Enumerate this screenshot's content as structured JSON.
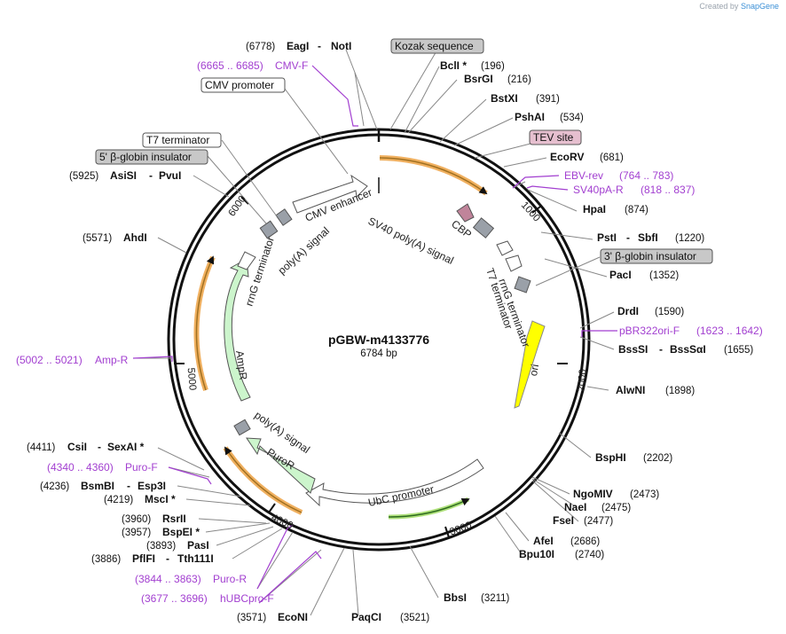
{
  "brand": {
    "prefix": "Created by",
    "name": "SnapGene"
  },
  "plasmid": {
    "name": "pGBW-m4133776",
    "length_label": "6784 bp"
  },
  "ticks": [
    "1000",
    "2000",
    "3000",
    "4000",
    "5000",
    "6000"
  ],
  "enzymes": [
    {
      "name": "EagI",
      "name2": "NotI",
      "pos": "(6778)"
    },
    {
      "name": "BclI *",
      "pos": "(196)"
    },
    {
      "name": "BsrGI",
      "pos": "(216)"
    },
    {
      "name": "BstXI",
      "pos": "(391)"
    },
    {
      "name": "PshAI",
      "pos": "(534)"
    },
    {
      "name": "EcoRV",
      "pos": "(681)"
    },
    {
      "name": "HpaI",
      "pos": "(874)"
    },
    {
      "name": "PstI",
      "name2": "SbfI",
      "pos": "(1220)"
    },
    {
      "name": "PacI",
      "pos": "(1352)"
    },
    {
      "name": "DrdI",
      "pos": "(1590)"
    },
    {
      "name": "BssSI",
      "name2": "BssSαI",
      "pos": "(1655)"
    },
    {
      "name": "AlwNI",
      "pos": "(1898)"
    },
    {
      "name": "BspHI",
      "pos": "(2202)"
    },
    {
      "name": "NgoMIV",
      "pos": "(2473)"
    },
    {
      "name": "NaeI",
      "pos": "(2475)"
    },
    {
      "name": "FseI",
      "pos": "(2477)"
    },
    {
      "name": "AfeI",
      "pos": "(2686)"
    },
    {
      "name": "Bpu10I",
      "pos": "(2740)"
    },
    {
      "name": "BbsI",
      "pos": "(3211)"
    },
    {
      "name": "PaqCI",
      "pos": "(3521)"
    },
    {
      "name": "EcoNI",
      "pos": "(3571)"
    },
    {
      "name": "PflFI",
      "name2": "Tth111I",
      "pos": "(3886)"
    },
    {
      "name": "PasI",
      "pos": "(3893)"
    },
    {
      "name": "BspEI *",
      "pos": "(3957)"
    },
    {
      "name": "RsrII",
      "pos": "(3960)"
    },
    {
      "name": "MscI *",
      "pos": "(4219)"
    },
    {
      "name": "BsmBI",
      "name2": "Esp3I",
      "pos": "(4236)"
    },
    {
      "name": "CsiI",
      "name2": "SexAI *",
      "pos": "(4411)"
    },
    {
      "name": "AhdI",
      "pos": "(5571)"
    },
    {
      "name": "AsiSI",
      "name2": "PvuI",
      "pos": "(5925)"
    }
  ],
  "primers": [
    {
      "name": "CMV-F",
      "range": "(6665 .. 6685)"
    },
    {
      "name": "EBV-rev",
      "range": "(764 .. 783)"
    },
    {
      "name": "SV40pA-R",
      "range": "(818 .. 837)"
    },
    {
      "name": "pBR322ori-F",
      "range": "(1623 .. 1642)"
    },
    {
      "name": "Puro-F",
      "range": "(4340 .. 4360)"
    },
    {
      "name": "Puro-R",
      "range": "(3844 .. 3863)"
    },
    {
      "name": "hUBCpro-F",
      "range": "(3677 .. 3696)"
    },
    {
      "name": "Amp-R",
      "range": "(5002 .. 5021)"
    }
  ],
  "boxed_labels": [
    {
      "text": "Kozak sequence",
      "color": "#c8c8c8"
    },
    {
      "text": "CMV promoter",
      "color": "#ffffff"
    },
    {
      "text": "T7 terminator",
      "color": "#ffffff"
    },
    {
      "text": "5' β-globin insulator",
      "color": "#c8c8c8"
    },
    {
      "text": "TEV site",
      "color": "#e6bfcf"
    },
    {
      "text": "3' β-globin insulator",
      "color": "#c8c8c8"
    }
  ],
  "features": [
    {
      "text": "CMV enhancer"
    },
    {
      "text": "SV40 poly(A) signal"
    },
    {
      "text": "CBP"
    },
    {
      "text": "rrnG terminator"
    },
    {
      "text": "T7 terminator"
    },
    {
      "text": "ori"
    },
    {
      "text": "UbC promoter"
    },
    {
      "text": "PuroR"
    },
    {
      "text": "poly(A) signal"
    },
    {
      "text": "AmpR"
    },
    {
      "text": "rrnG terminator"
    },
    {
      "text": "poly(A) signal"
    }
  ],
  "colors": {
    "backbone": "#111111",
    "orf_halo": "#f0b060",
    "ampr_puror": "#ccf5cc",
    "ori": "#ffff00",
    "terminator": "#9aa0a8",
    "cbp": "#c0849a",
    "primer": "#a23fd0",
    "green_orf": "#3a8a2a"
  }
}
